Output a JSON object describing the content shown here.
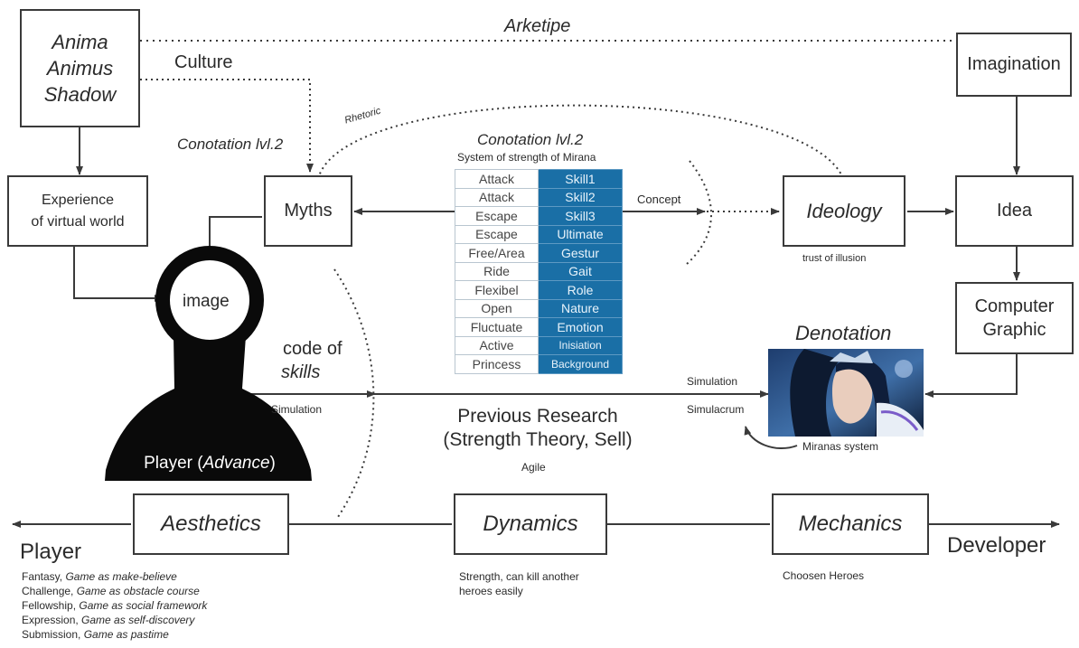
{
  "boxes": {
    "archetypes": [
      "Anima",
      "Animus",
      "Shadow"
    ],
    "imagination": "Imagination",
    "experience": [
      "Experience",
      "of virtual world"
    ],
    "myths": "Myths",
    "ideology": "Ideology",
    "idea": "Idea",
    "computer_graphic": [
      "Computer",
      "Graphic"
    ],
    "aesthetics": "Aesthetics",
    "dynamics": "Dynamics",
    "mechanics": "Mechanics"
  },
  "labels": {
    "arketipe": "Arketipe",
    "culture": "Culture",
    "rhetoric": "Rhetoric",
    "conotation_left": "Conotation lvl.2",
    "conotation_center": "Conotation lvl.2",
    "system_title": "System of strength of Mirana",
    "concept": "Concept",
    "trust": "trust of illusion",
    "image": "image",
    "code_of": "code of",
    "skills": "skills",
    "simulation_left": "Simulation",
    "player_prefix": "Player (",
    "player_advance": "Advance",
    "player_suffix": ")",
    "denotation": "Denotation",
    "simulation_right": "Simulation",
    "simulacrum": "Simulacrum",
    "miranas_system": "Miranas system",
    "previous_research_1": "Previous Research",
    "previous_research_2": "(Strength Theory, Sell)",
    "agile": "Agile",
    "player": "Player",
    "developer": "Developer",
    "dynamics_desc_1": "Strength, can kill another",
    "dynamics_desc_2": "heroes easily",
    "mechanics_desc": "Choosen Heroes"
  },
  "aesthetics_list": [
    {
      "term": "Fantasy",
      "desc": "Game as make-believe"
    },
    {
      "term": "Challenge",
      "desc": "Game as obstacle course"
    },
    {
      "term": "Fellowship",
      "desc": "Game as social framework"
    },
    {
      "term": "Expression",
      "desc": "Game as self-discovery"
    },
    {
      "term": "Submission",
      "desc": "Game as pastime"
    }
  ],
  "skill_table": [
    {
      "attribute": "Attack",
      "skill": "Skill1"
    },
    {
      "attribute": "Attack",
      "skill": "Skill2"
    },
    {
      "attribute": "Escape",
      "skill": "Skill3"
    },
    {
      "attribute": "Escape",
      "skill": "Ultimate"
    },
    {
      "attribute": "Free/Area",
      "skill": "Gestur"
    },
    {
      "attribute": "Ride",
      "skill": "Gait"
    },
    {
      "attribute": "Flexibel",
      "skill": "Role"
    },
    {
      "attribute": "Open",
      "skill": "Nature"
    },
    {
      "attribute": "Fluctuate",
      "skill": "Emotion"
    },
    {
      "attribute": "Active",
      "skill": "Inisiation"
    },
    {
      "attribute": "Princess",
      "skill": "Background"
    }
  ],
  "colors": {
    "line": "#3a3a3a",
    "table_blue": "#1a6fa6",
    "silhouette": "#0a0a0a"
  }
}
